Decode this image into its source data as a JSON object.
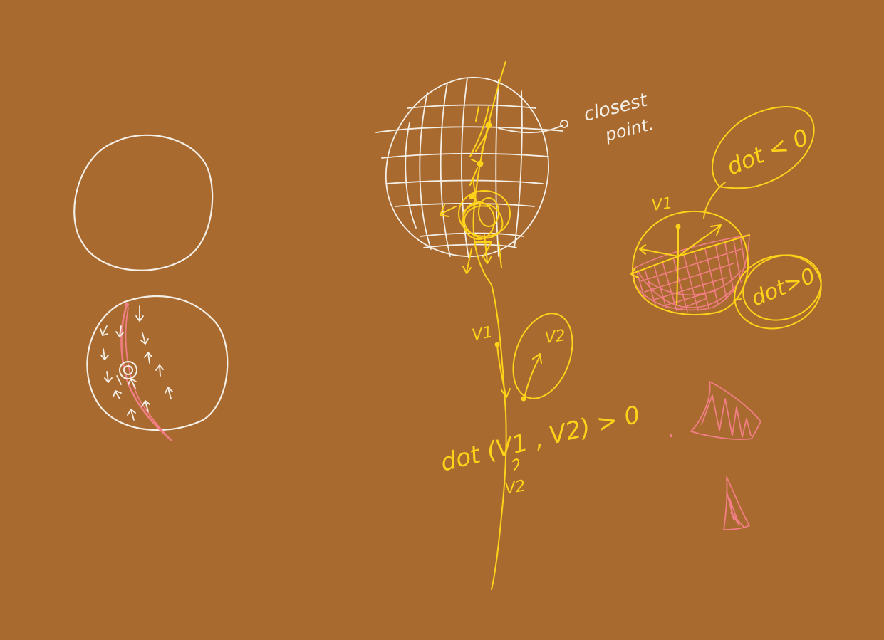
{
  "canvas": {
    "background": "#A96A30"
  },
  "colors": {
    "white_ink": "#F4EFE6",
    "yellow_ink": "#FFD21A",
    "pink_ink": "#F07E84"
  },
  "annotations": {
    "closest_line1": "closest",
    "closest_line2": "point.",
    "v1_left": "V1",
    "v2_circle": "V2",
    "dot_expression": "dot (V1 , V2) > 0",
    "v2_bottom": "V2",
    "v1_right": "V1",
    "dot_less": "dot < 0",
    "dot_greater": "dot>0"
  }
}
